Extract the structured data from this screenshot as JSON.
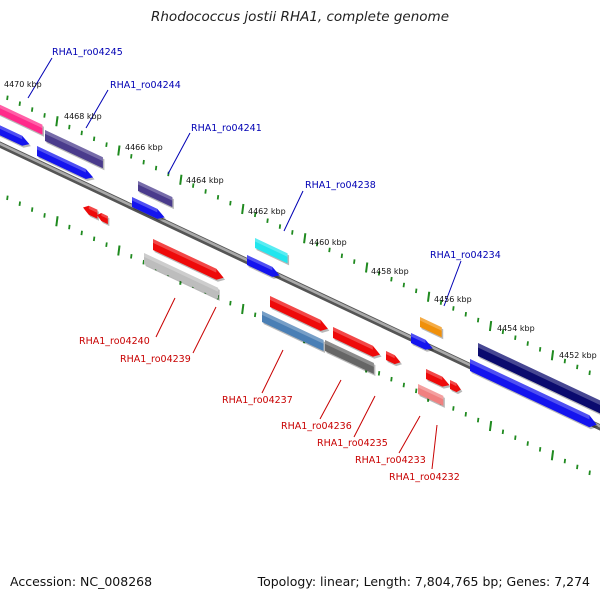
{
  "title": "Rhodococcus jostii RHA1, complete genome",
  "footer": {
    "accession": "Accession: NC_008268",
    "summary": "Topology: linear; Length: 7,804,765 bp; Genes: 7,274"
  },
  "colors": {
    "backbone": "#8c8c8c",
    "tick": "#1f8a1f",
    "label_top": "#0000b4",
    "label_bottom": "#c80000"
  },
  "scale_labels": [
    "4470 kbp",
    "4468 kbp",
    "4466 kbp",
    "4464 kbp",
    "4462 kbp",
    "4460 kbp",
    "4458 kbp",
    "4456 kbp",
    "4454 kbp",
    "4452 kbp"
  ],
  "top_labels": [
    "RHA1_ro04245",
    "RHA1_ro04244",
    "RHA1_ro04241",
    "RHA1_ro04238",
    "RHA1_ro04234"
  ],
  "bottom_labels": [
    "RHA1_ro04240",
    "RHA1_ro04239",
    "RHA1_ro04237",
    "RHA1_ro04236",
    "RHA1_ro04235",
    "RHA1_ro04233",
    "RHA1_ro04232"
  ],
  "feature_colors": {
    "ro04245": "#ff2a8a",
    "ro04244": "#4a3b8c",
    "ro04241": "#4a3b8c",
    "ro04238": "#22e6ee",
    "ro04234": "#f0900a",
    "top_far_right": "#0a0a6e",
    "cds_forward": "#1414ee",
    "ro04240": "#ee0a0a",
    "ro04239": "#bdbdbd",
    "ro04237": "#4a7fb5",
    "ro04236": "#666666",
    "ro04235": "#ee0a0a",
    "ro04233": "#ee0a0a",
    "ro04232": "#f08080",
    "cds_reverse": "#ee0a0a"
  }
}
